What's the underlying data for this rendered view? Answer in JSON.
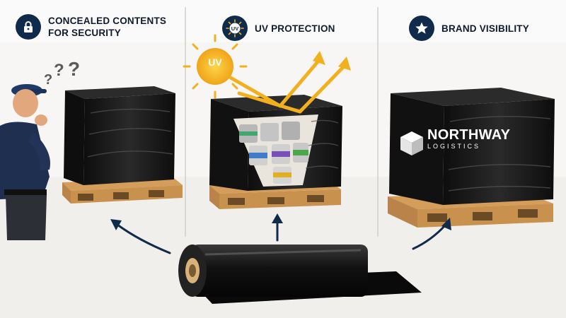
{
  "panels": [
    {
      "id": "concealed",
      "icon": "lock-icon",
      "title_lines": [
        "CONCEALED CONTENTS",
        "FOR SECURITY"
      ]
    },
    {
      "id": "uv",
      "icon": "uv-sun-icon",
      "icon_label": "UV",
      "title_lines": [
        "UV PROTECTION"
      ]
    },
    {
      "id": "brand",
      "icon": "star-icon",
      "title_lines": [
        "BRAND VISIBILITY"
      ]
    }
  ],
  "illustration": {
    "question_marks": [
      "?",
      "?",
      "?"
    ],
    "sun_label": "UV",
    "brand_name": "NORTHWAY",
    "brand_sub": "LOGISTICS"
  },
  "colors": {
    "navy": "#0f2a4a",
    "film": "#141414",
    "sun": "#f2b01e",
    "pallet": "#c8914e",
    "background": "#fafafa"
  }
}
